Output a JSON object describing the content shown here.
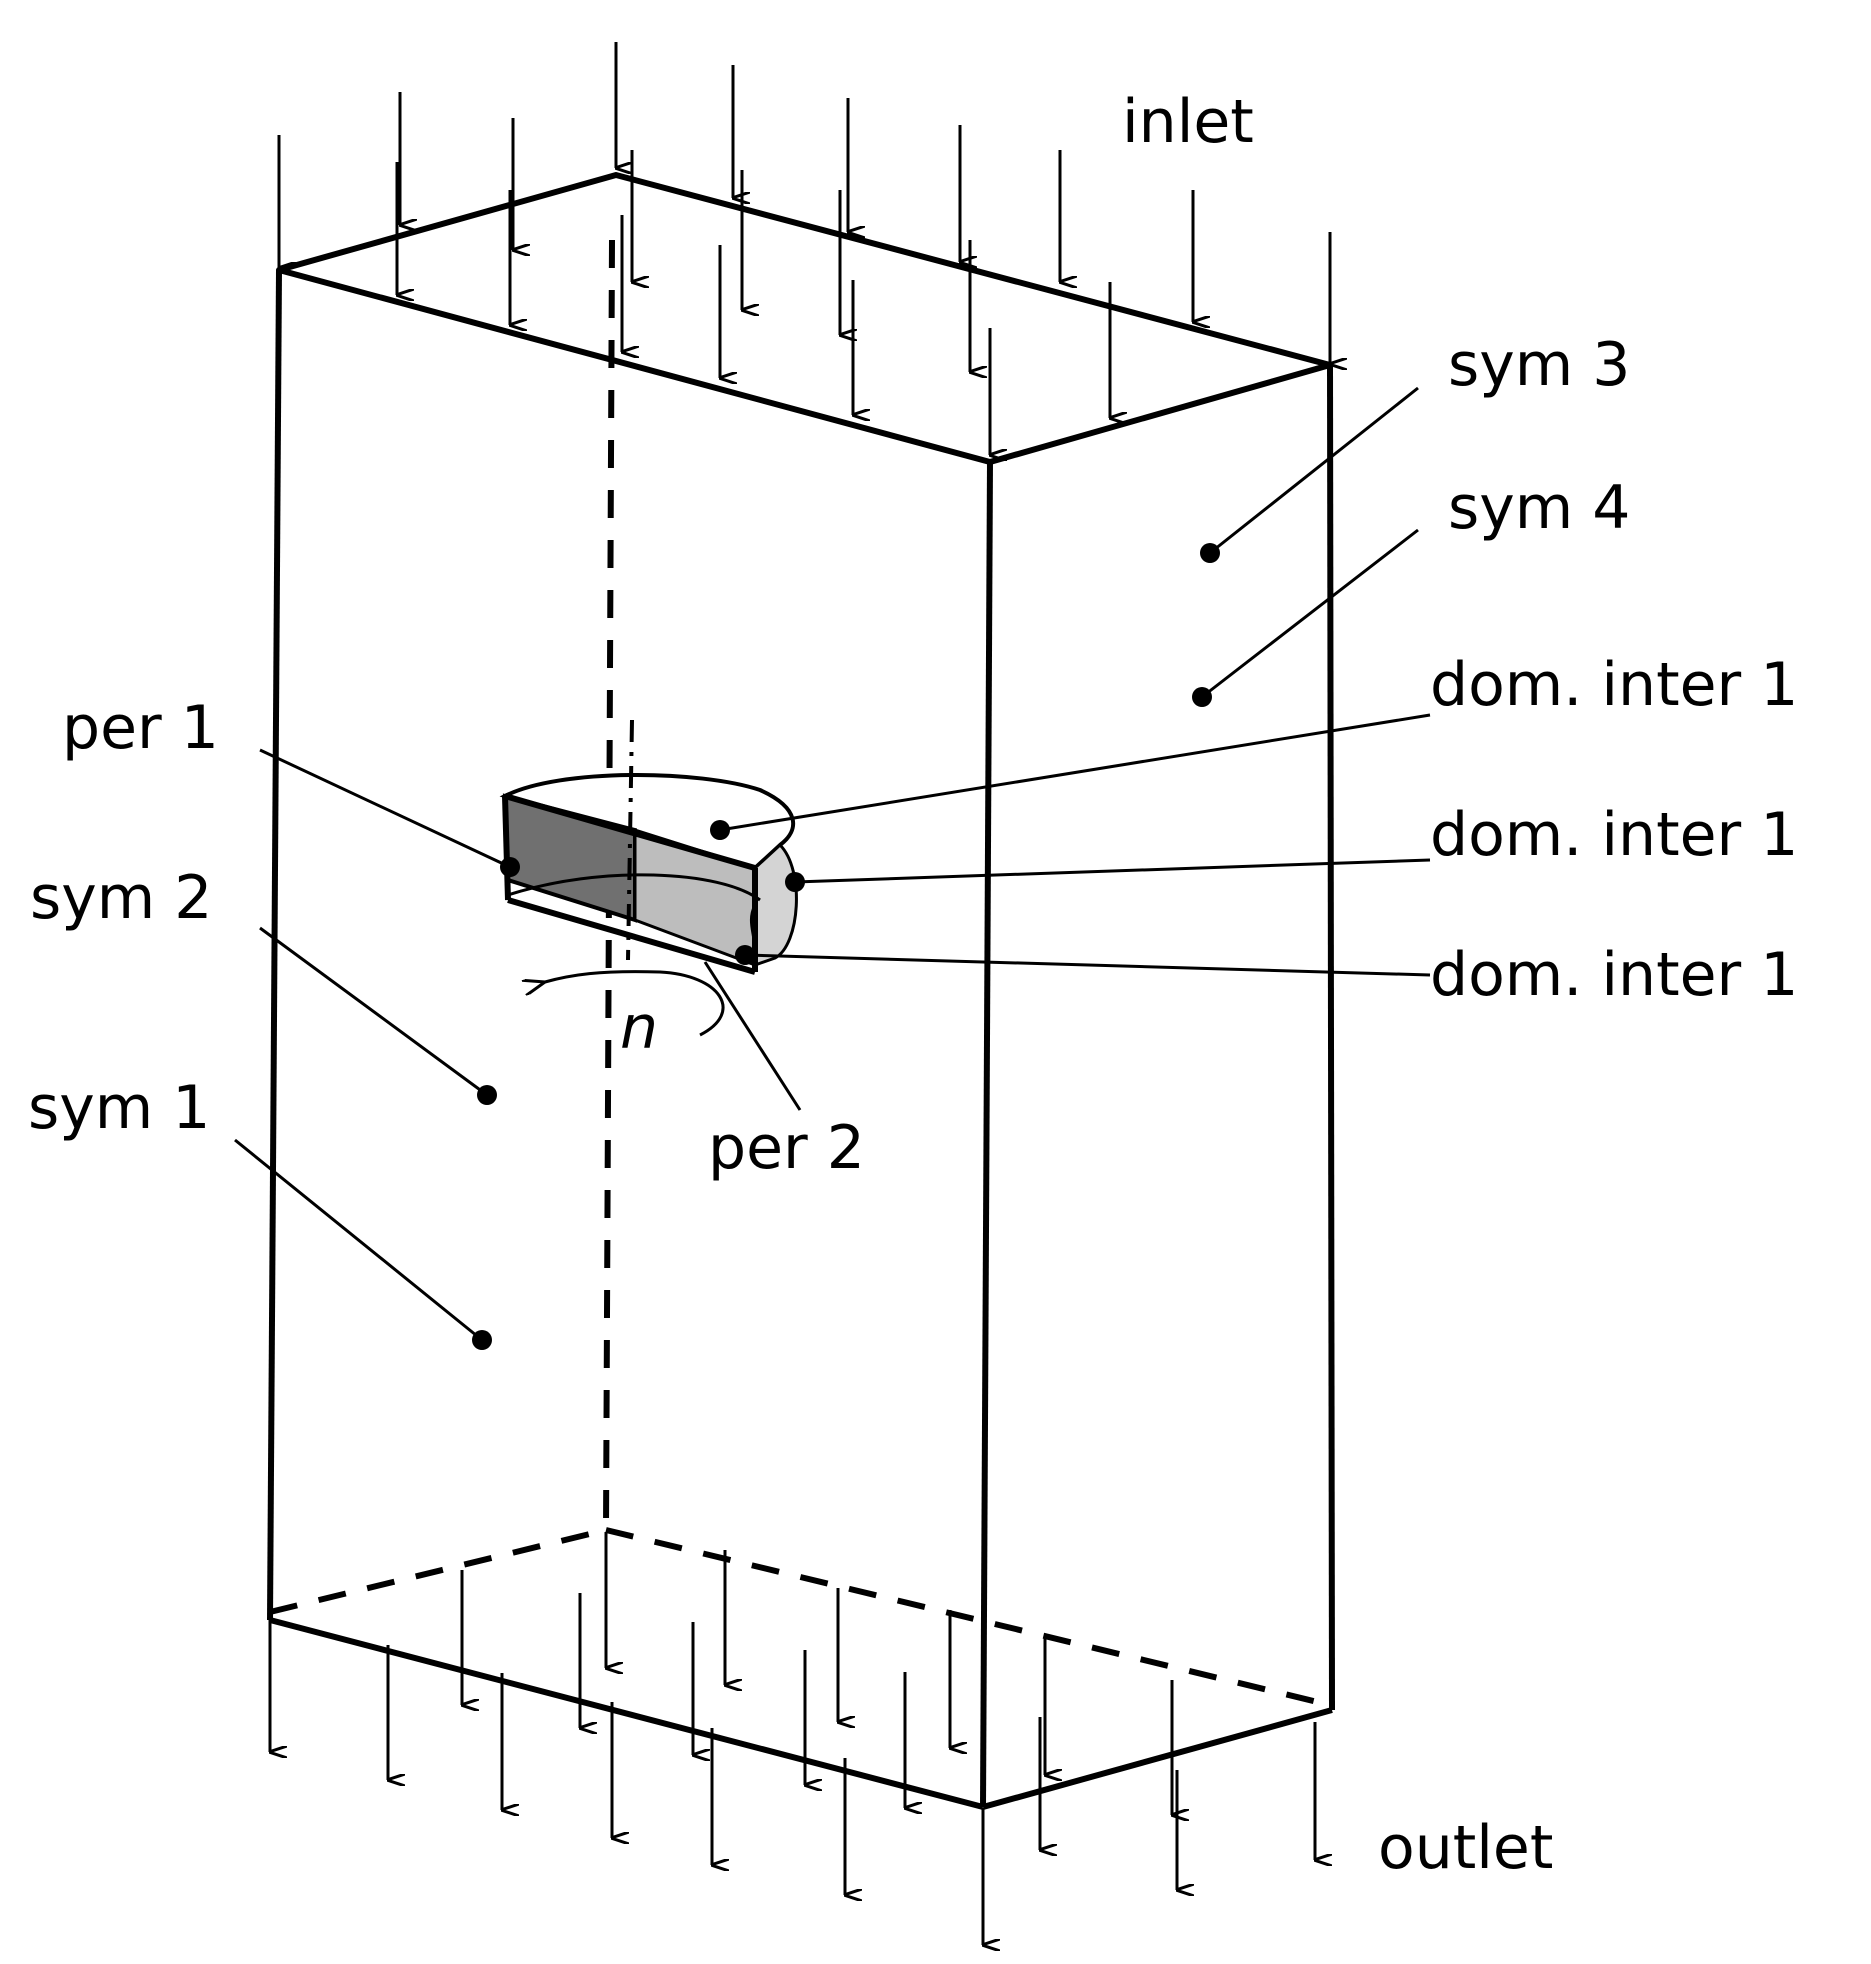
{
  "labels": {
    "inlet": "inlet",
    "outlet": "outlet",
    "sym1": "sym 1",
    "sym2": "sym 2",
    "sym3": "sym 3",
    "sym4": "sym 4",
    "per1": "per 1",
    "per2": "per 2",
    "dom_inter_a": "dom. inter 1",
    "dom_inter_b": "dom. inter 1",
    "dom_inter_c": "dom. inter 1",
    "rotation": "n"
  },
  "colors": {
    "line": "#000000",
    "blade_dark": "#707070",
    "blade_light": "#bdbdbd",
    "blade_side": "#d4d4d4"
  }
}
